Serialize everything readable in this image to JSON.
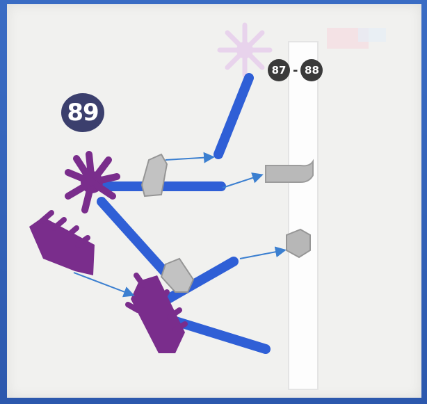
{
  "step": {
    "number": "89"
  },
  "reference": {
    "from": "87",
    "separator": "-",
    "to": "88"
  },
  "colors": {
    "rod": "#2f5fd6",
    "connector_purple": "#7a2d8c",
    "connector_ghost": "#e8d3ec",
    "clip_gray": "#b3b3b3",
    "arrow": "#3b7fd0",
    "frame": "#2f5fb3",
    "paper": "#f1f1ef"
  },
  "icons": [
    "rod",
    "purple-connector",
    "gray-clip",
    "assembly-arrow",
    "ghost-connector"
  ]
}
